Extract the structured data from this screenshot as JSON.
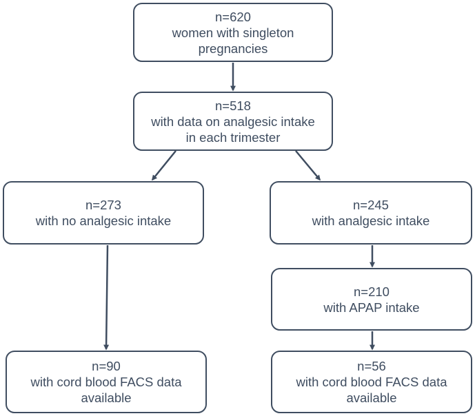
{
  "colors": {
    "line": "#3f4d60",
    "text": "#3f4d60",
    "background": "#ffffff"
  },
  "boxes": {
    "total": {
      "count": "n=620",
      "desc1": "women with singleton",
      "desc2": "pregnancies"
    },
    "with_data": {
      "count": "n=518",
      "desc1": "with data on analgesic intake",
      "desc2": "in each trimester"
    },
    "no_intake": {
      "count": "n=273",
      "desc1": "with no analgesic intake"
    },
    "intake": {
      "count": "n=245",
      "desc1": "with analgesic intake"
    },
    "apap": {
      "count": "n=210",
      "desc1": "with APAP intake"
    },
    "facs_no": {
      "count": "n=90",
      "desc1": "with cord blood FACS data",
      "desc2": "available"
    },
    "facs_intake": {
      "count": "n=56",
      "desc1": "with cord blood FACS data",
      "desc2": "available"
    }
  }
}
